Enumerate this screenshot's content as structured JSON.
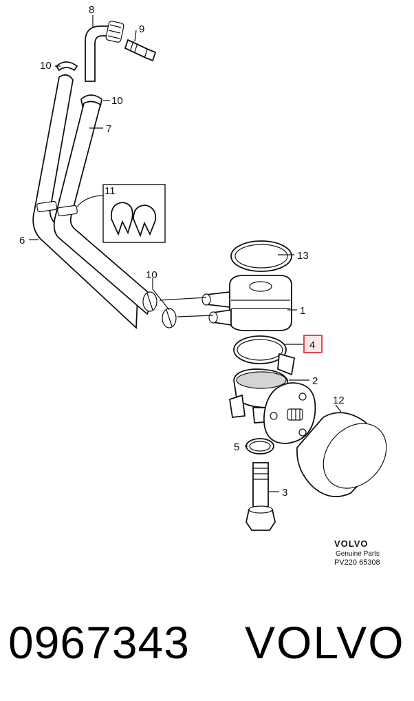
{
  "callouts": {
    "c1": "1",
    "c2": "2",
    "c3": "3",
    "c4": "4",
    "c5": "5",
    "c6": "6",
    "c7": "7",
    "c8": "8",
    "c9": "9",
    "c10a": "10",
    "c10b": "10",
    "c10c": "10",
    "c11": "11",
    "c12": "12",
    "c13": "13"
  },
  "highlight": {
    "label": "4",
    "color": "#e0474c"
  },
  "brand_block": {
    "name": "VOLVO",
    "subtitle": "Genuine Parts",
    "reference": "PV220 65308"
  },
  "footer": {
    "part_number": "0967343",
    "brand": "VOLVO"
  }
}
